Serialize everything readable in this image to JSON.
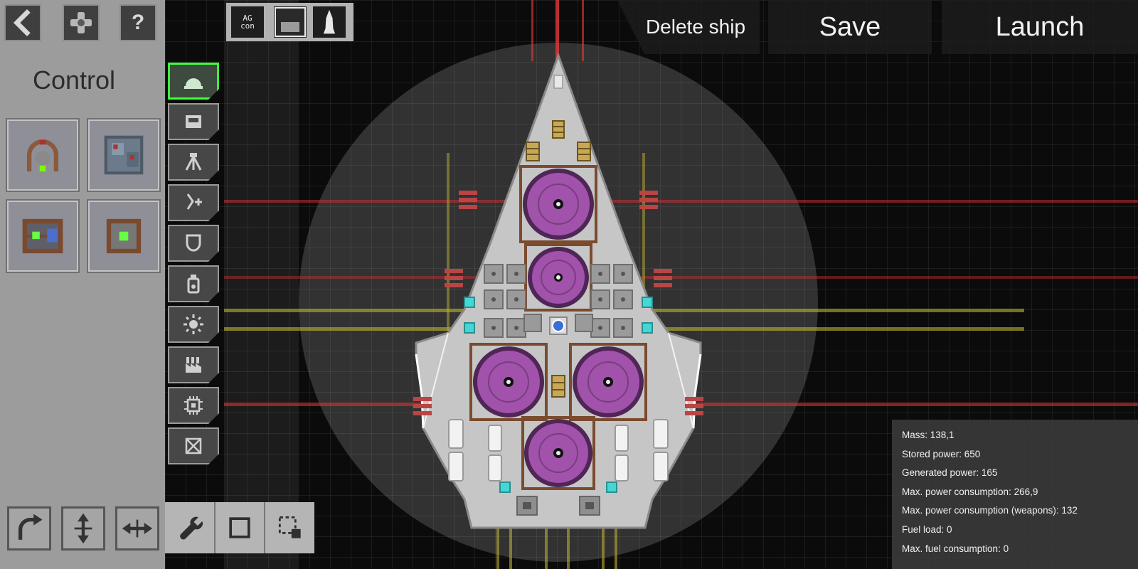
{
  "topbar": {
    "delete_ship_label": "Delete ship",
    "save_label": "Save",
    "launch_label": "Launch",
    "help_label": "?",
    "ship_slot_label": "AG\ncon"
  },
  "sidebar": {
    "title": "Control"
  },
  "stats": {
    "lines": [
      "Mass: 138,1",
      "Stored power: 650",
      "Generated power: 165",
      "Max. power consumption: 266,9",
      "Max. power consumption (weapons): 132",
      "Fuel load: 0",
      "Max. fuel consumption: 0"
    ]
  },
  "categories": [
    "command",
    "cargo",
    "weapons",
    "energy",
    "defense",
    "fuel",
    "engines",
    "production",
    "electronics",
    "remove"
  ],
  "colors": {
    "highlight_green": "#3cff3c",
    "reactor_purple": "#a152aa",
    "hull_gray": "#c6c6c6",
    "weapon_arc_red": "#c23b3b",
    "thruster_arc_yellow": "#b9ad35",
    "coolant_cyan": "#45d6d6",
    "sidebar_gray": "#9c9c9c"
  }
}
